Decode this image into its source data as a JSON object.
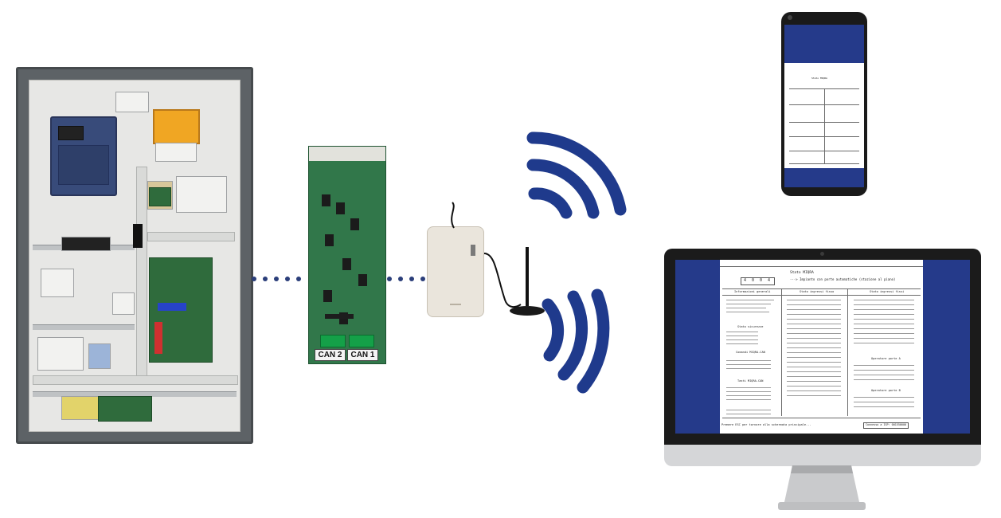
{
  "board": {
    "connector_left": "CAN 2",
    "connector_right": "CAN 1"
  },
  "monitor": {
    "window_title": "",
    "header": "Stato MIQRA",
    "digits": "4 0 0 4",
    "description": "---> Impianto con porte automatiche (stazione al piano)",
    "sections": [
      "Informazioni generali",
      "Stato ingressi fisso",
      "Stato ingressi fissi",
      "Stato sicurezze",
      "Operatore porte A",
      "Operatore porte B",
      "Comandi MIQRA-CAN",
      "Tasti MIQRA-CAN"
    ],
    "footer_left": "Premere ESC per tornare alla schermata principale...",
    "footer_right": "Connesso a ISP: 001550000"
  },
  "phone": {
    "header": "Stato MIQRA"
  },
  "colors": {
    "signal": "#1f3a8c",
    "dots": "#2b3e7a",
    "screen_band": "#253a8a"
  }
}
